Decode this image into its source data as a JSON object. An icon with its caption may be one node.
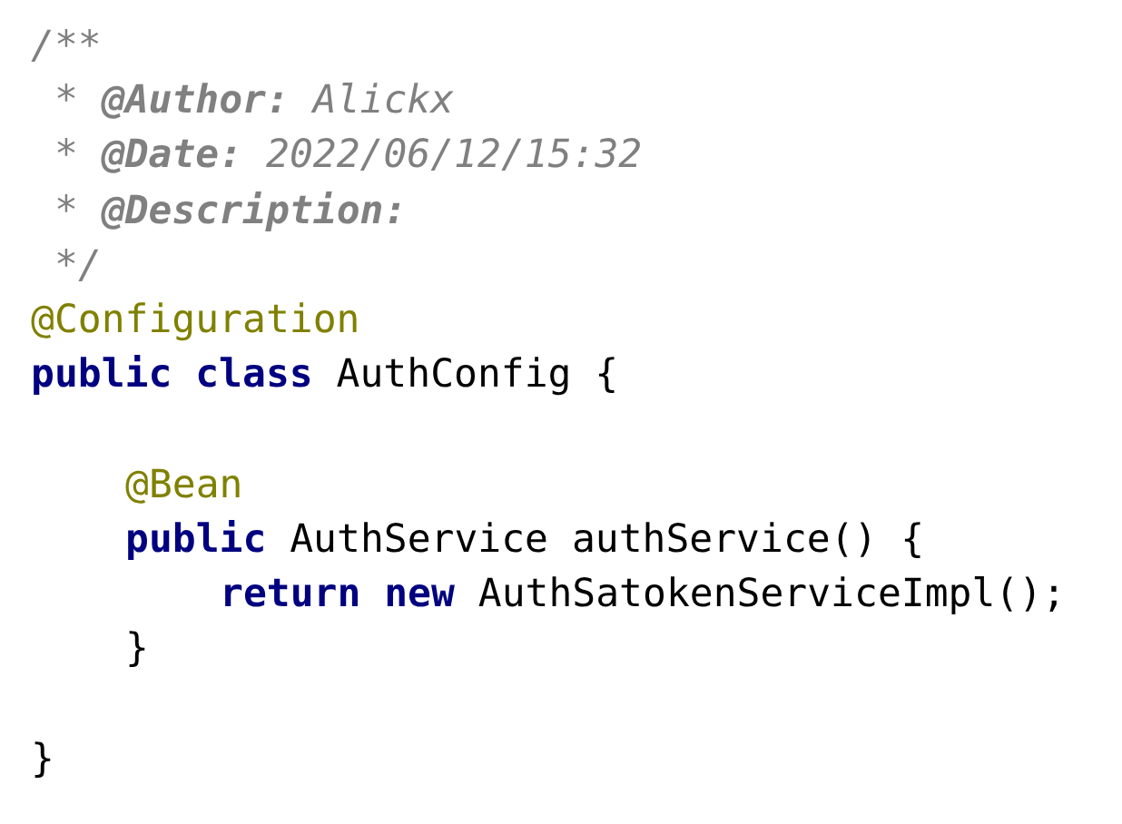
{
  "diagram": {
    "labels": [
      "/**",
      "* **@Author:** Alickx",
      "* **@Date:** 2022/06/12/15:32",
      "* **@Description:**",
      "*/",
      "@Configuration",
      "**public class** AuthConfig {",
      "@Bean",
      "**public** AuthService authService() {",
      "**return new** AuthSatokenServiceImpl();",
      "}",
      "}"
    ]
  }
}
